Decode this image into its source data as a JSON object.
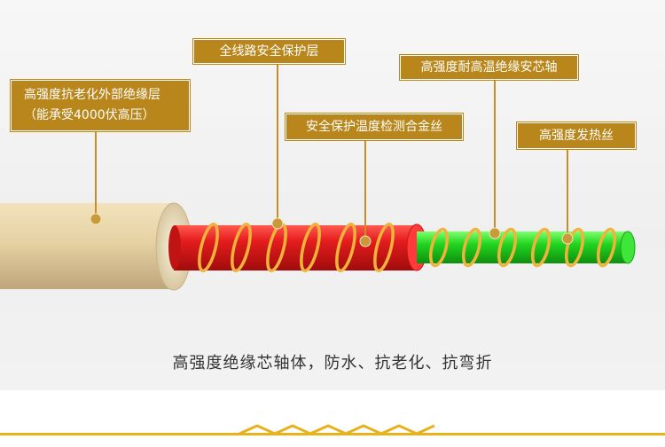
{
  "labels": {
    "outer_layer_line1": "高强度抗老化外部绝缘层",
    "outer_layer_line2": "（能承受4000伏高压）",
    "protection_layer": "全线路安全保护层",
    "temp_alloy_wire": "安全保护温度检测合金丝",
    "insulated_core": "高强度耐高温绝缘安芯轴",
    "heating_wire": "高强度发热丝"
  },
  "caption": "高强度绝缘芯轴体，防水、抗老化、抗弯折",
  "colors": {
    "label_bg": "#b8861b",
    "outer_insulation": "#e3cf9f",
    "red_layer": "#dd1c1c",
    "green_core": "#1fd11f",
    "coil": "#f0b43c",
    "leader": "#c58e2a"
  }
}
